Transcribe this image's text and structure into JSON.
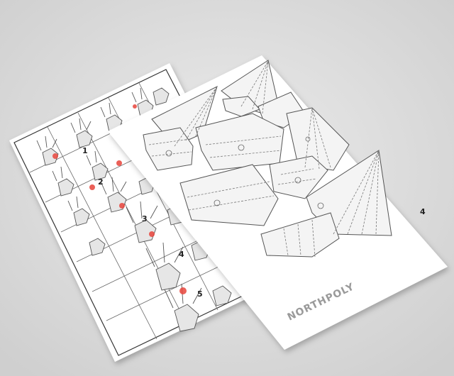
{
  "brand": "NORTHPOLY",
  "page_number": "4",
  "step_numbers": [
    "1",
    "2",
    "3",
    "4",
    "5"
  ],
  "colors": {
    "background": "#dcdcdc",
    "paper": "#ffffff",
    "line": "#555555",
    "accent": "#e8453c"
  }
}
